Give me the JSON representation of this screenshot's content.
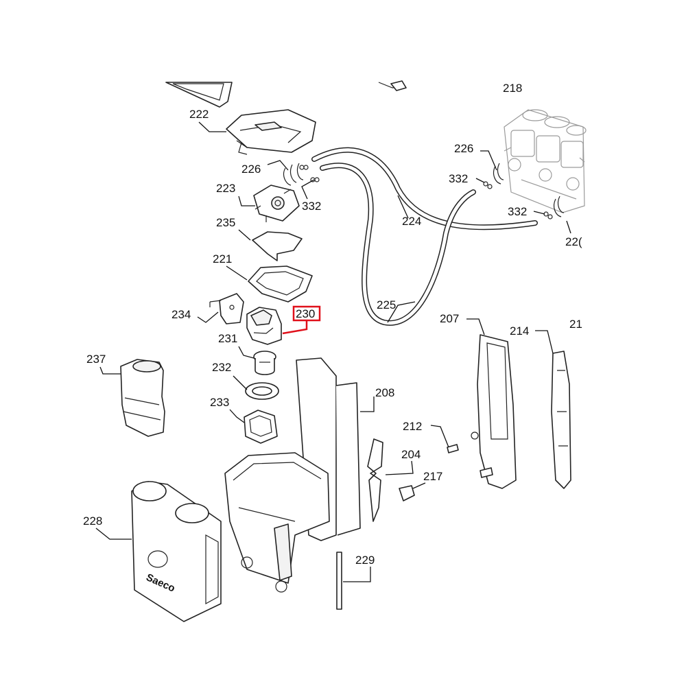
{
  "diagram": {
    "brand_logo_text": "Saeco",
    "labels": {
      "p218": "218",
      "p222": "222",
      "p226a": "226",
      "p226b": "226",
      "p226c": "22(",
      "p332a": "332",
      "p332b": "332",
      "p332c": "332",
      "p223": "223",
      "p224": "224",
      "p235": "235",
      "p221": "221",
      "p225": "225",
      "p234": "234",
      "p230": "230",
      "p207": "207",
      "p214": "214",
      "p21x": "21",
      "p231": "231",
      "p237": "237",
      "p232": "232",
      "p208": "208",
      "p233": "233",
      "p212": "212",
      "p204": "204",
      "p217": "217",
      "p228": "228",
      "p229": "229"
    },
    "highlight": {
      "part": "230",
      "color": "#e0101a"
    }
  }
}
